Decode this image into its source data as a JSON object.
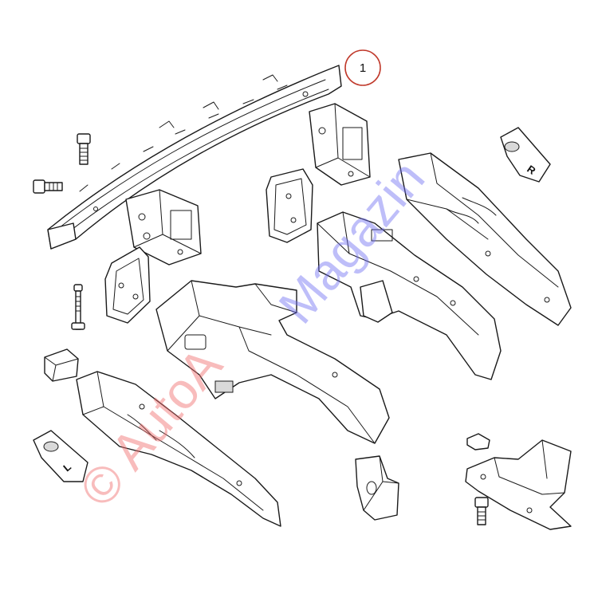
{
  "diagram": {
    "callout_number": "1",
    "right_bracket_label": "R",
    "left_bracket_label": "L"
  },
  "watermark": {
    "red_text": "© AutoA",
    "blue_text": "Magazin"
  },
  "colors": {
    "callout": "#c0392b",
    "watermark_red": "#f06b6b",
    "watermark_blue": "#6e6ef2",
    "line": "#1a1a1a"
  }
}
